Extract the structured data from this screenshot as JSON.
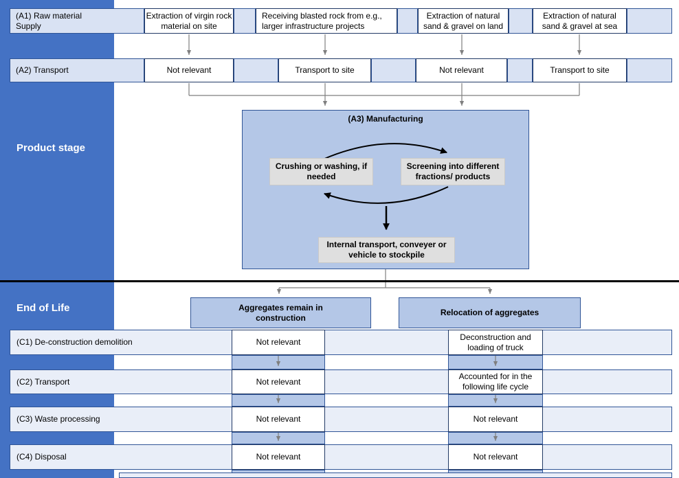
{
  "product_stage": {
    "sidebar_label": "Product stage",
    "a1": {
      "label": "(A1) Raw material Supply",
      "cells": [
        "Extraction of virgin rock material on site",
        "Receiving blasted rock from e.g., larger infrastructure projects",
        "Extraction of natural sand & gravel on land",
        "Extraction of natural sand & gravel at sea"
      ]
    },
    "a2": {
      "label": "(A2) Transport",
      "cells": [
        "Not relevant",
        "Transport to site",
        "Not relevant",
        "Transport to site"
      ]
    },
    "a3": {
      "title": "(A3) Manufacturing",
      "steps": {
        "crushing": "Crushing or washing, if needed",
        "screening": "Screening into different fractions/ products",
        "internal_transport": "Internal transport, conveyer or vehicle to stockpile"
      }
    }
  },
  "end_of_life": {
    "sidebar_label": "End of Life",
    "branches": [
      "Aggregates remain in construction",
      "Relocation of aggregates"
    ],
    "rows": [
      {
        "label": "(C1) De-construction demolition",
        "cells": [
          "Not relevant",
          "Deconstruction and loading of truck"
        ]
      },
      {
        "label": "(C2) Transport",
        "cells": [
          "Not relevant",
          "Accounted for in the following life cycle"
        ]
      },
      {
        "label": "(C3) Waste processing",
        "cells": [
          "Not relevant",
          "Not relevant"
        ]
      },
      {
        "label": "(C4) Disposal",
        "cells": [
          "Not relevant",
          "Not relevant"
        ]
      }
    ]
  },
  "colors": {
    "sidebar": "#4472C4",
    "accent_medium": "#B4C7E7",
    "accent_light": "#D9E2F3",
    "row_band": "#E9EEF8",
    "border_blue": "#2F5496",
    "border_dark": "#203864",
    "connector": "#7F7F7F"
  }
}
